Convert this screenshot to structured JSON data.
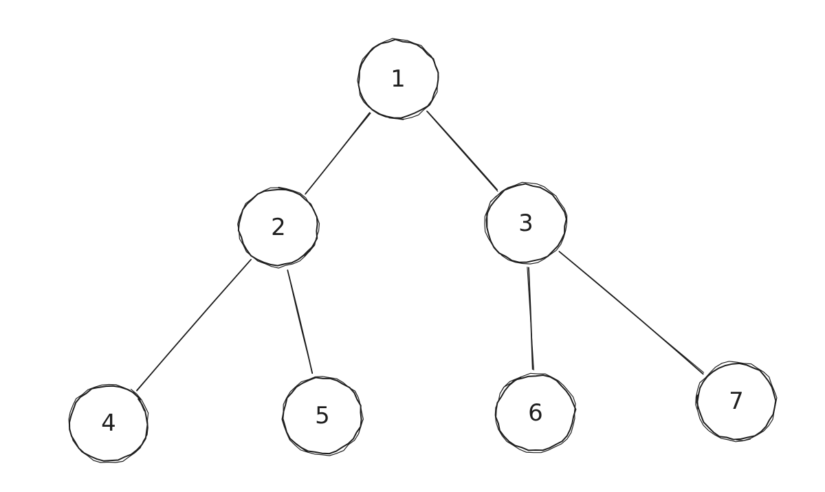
{
  "diagram": {
    "type": "binary-tree",
    "style": "hand-drawn sketch",
    "colors": {
      "background": "#ffffff",
      "stroke": "#1e1e1e",
      "text": "#1e1e1e"
    },
    "nodes": [
      {
        "id": "n1",
        "label": "1"
      },
      {
        "id": "n2",
        "label": "2"
      },
      {
        "id": "n3",
        "label": "3"
      },
      {
        "id": "n4",
        "label": "4"
      },
      {
        "id": "n5",
        "label": "5"
      },
      {
        "id": "n6",
        "label": "6"
      },
      {
        "id": "n7",
        "label": "7"
      }
    ],
    "edges": [
      {
        "from": "n1",
        "to": "n2"
      },
      {
        "from": "n1",
        "to": "n3"
      },
      {
        "from": "n2",
        "to": "n4"
      },
      {
        "from": "n2",
        "to": "n5"
      },
      {
        "from": "n3",
        "to": "n6"
      },
      {
        "from": "n3",
        "to": "n7"
      }
    ]
  }
}
